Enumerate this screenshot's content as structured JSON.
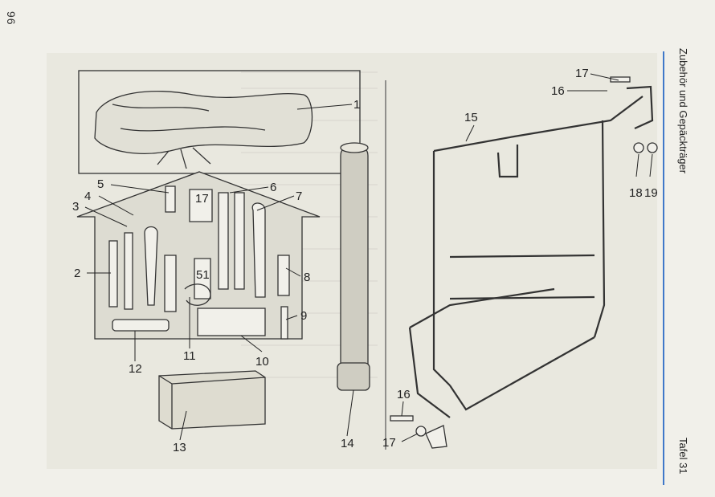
{
  "page_number": "96",
  "side_title": "Zubehör und Gepäckträger",
  "plate_label": "Tafel 31",
  "callouts": [
    "1",
    "2",
    "3",
    "4",
    "5",
    "6",
    "7",
    "8",
    "9",
    "10",
    "11",
    "12",
    "13",
    "14",
    "15",
    "16",
    "17",
    "18",
    "19",
    "16",
    "17"
  ],
  "tool_marks": [
    "17",
    "51"
  ]
}
